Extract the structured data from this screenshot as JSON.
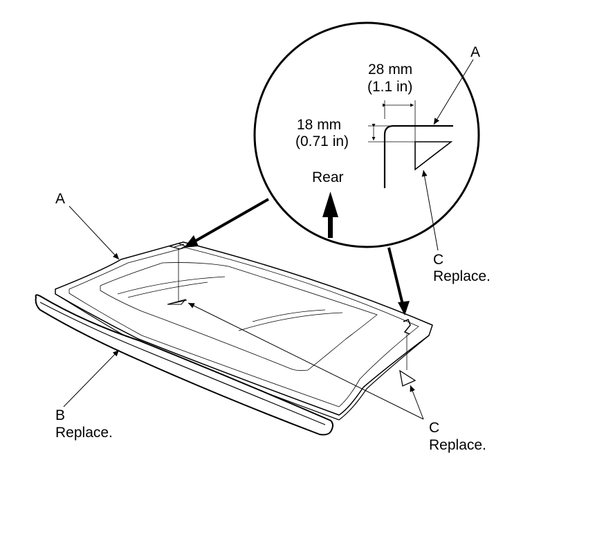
{
  "labels": {
    "a_detail": "A",
    "a_main": "A",
    "dim_width_mm": "28 mm",
    "dim_width_in": "(1.1 in)",
    "dim_height_mm": "18 mm",
    "dim_height_in": "(0.71 in)",
    "rear": "Rear",
    "c_detail": "C",
    "c_detail_note": "Replace.",
    "c_main": "C",
    "c_main_note": "Replace.",
    "b_main": "B",
    "b_main_note": "Replace."
  },
  "colors": {
    "line": "#000000",
    "background": "#ffffff"
  }
}
